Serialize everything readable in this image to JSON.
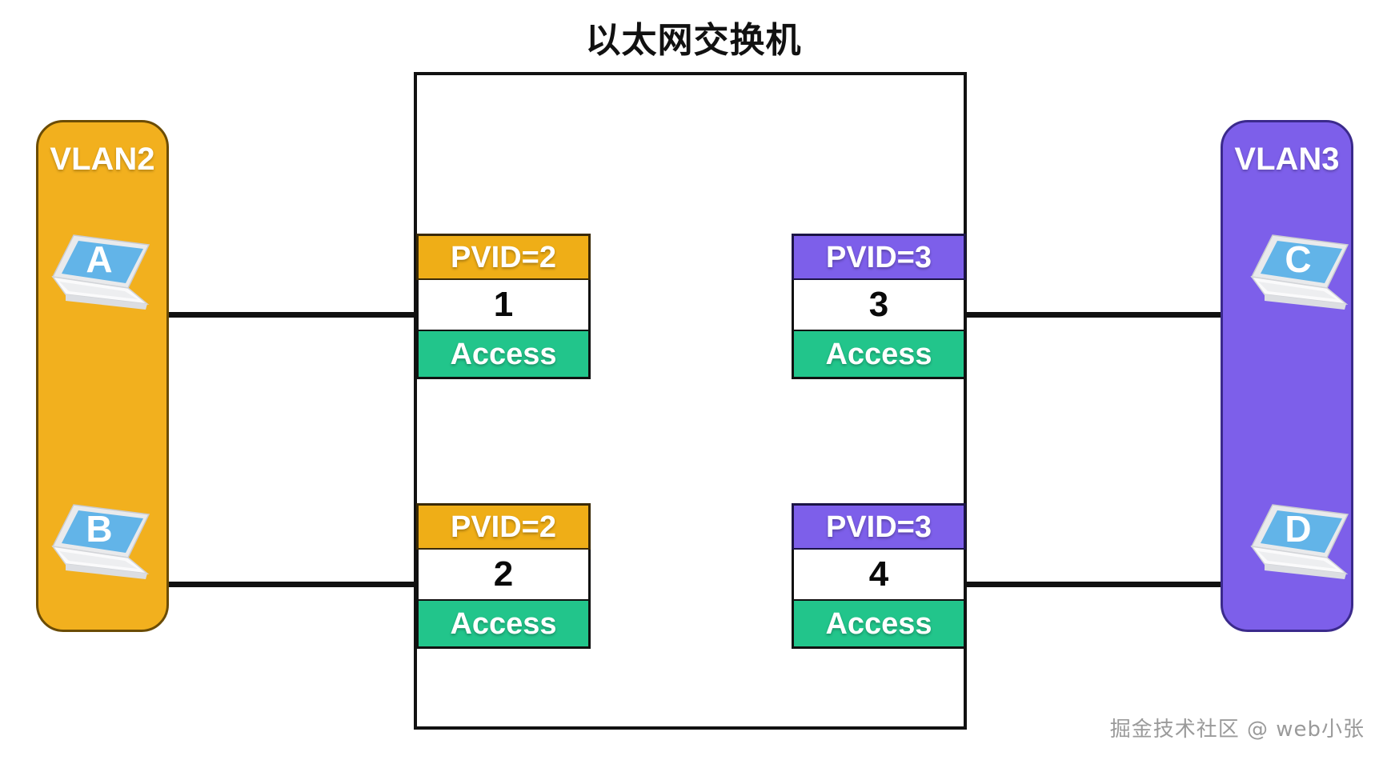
{
  "title": "以太网交换机",
  "watermark": "掘金技术社区 @ web小张",
  "colors": {
    "vlan2": "#F2B01E",
    "vlan3": "#7D5FEA",
    "pvid_amber": "#EFAE17",
    "pvid_violet": "#7D5FEA",
    "access_green": "#22C58B",
    "switch_border": "#111111",
    "cable": "#111111",
    "laptop_screen": "#62B4E8",
    "laptop_body": "#F2F2F2"
  },
  "vlans": [
    {
      "name": "VLAN2",
      "side": "left",
      "hosts": [
        {
          "label": "A"
        },
        {
          "label": "B"
        }
      ]
    },
    {
      "name": "VLAN3",
      "side": "right",
      "hosts": [
        {
          "label": "C"
        },
        {
          "label": "D"
        }
      ]
    }
  ],
  "switch": {
    "ports": [
      {
        "id": "port-1",
        "pvid": "PVID=2",
        "number": "1",
        "mode": "Access",
        "header_color": "amber",
        "column": "left",
        "row": "top"
      },
      {
        "id": "port-2",
        "pvid": "PVID=2",
        "number": "2",
        "mode": "Access",
        "header_color": "amber",
        "column": "left",
        "row": "bottom"
      },
      {
        "id": "port-3",
        "pvid": "PVID=3",
        "number": "3",
        "mode": "Access",
        "header_color": "violet",
        "column": "right",
        "row": "top"
      },
      {
        "id": "port-4",
        "pvid": "PVID=3",
        "number": "4",
        "mode": "Access",
        "header_color": "violet",
        "column": "right",
        "row": "bottom"
      }
    ]
  },
  "links": [
    {
      "from": "A",
      "to": "port-1"
    },
    {
      "from": "B",
      "to": "port-2"
    },
    {
      "from": "C",
      "to": "port-3"
    },
    {
      "from": "D",
      "to": "port-4"
    }
  ]
}
